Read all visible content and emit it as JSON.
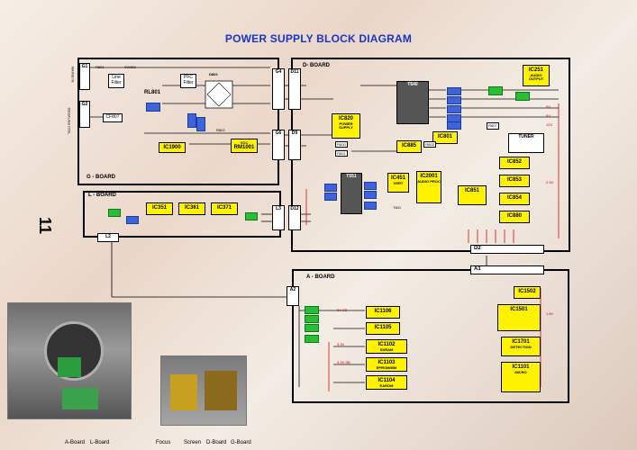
{
  "title": "POWER SUPPLY BLOCK DIAGRAM",
  "page_number": "11",
  "boards": {
    "g_board": "G - BOARD",
    "d_board": "D- BOARD",
    "l_board": "L - BOARD",
    "a_board": "A - BOARD"
  },
  "labels": {
    "mains_in": "MAINS IN",
    "degauss_coil": "DEGAUSS COIL",
    "g1": "G1",
    "g2": "G2",
    "g4": "G4",
    "g6": "G6",
    "d11": "D11",
    "d9": "D9",
    "d12": "D12",
    "d2": "D2",
    "l3": "L3",
    "l2": "L2",
    "a1": "A1",
    "a2": "A2",
    "line_filter": "Line Filter",
    "pfc_filter": "PFC Filter",
    "rl801": "RL801",
    "d802": "D802",
    "cf807": "CF807",
    "r801": "R801",
    "sw801": "SW801",
    "r802": "R802",
    "vcc": "VCC",
    "t640": "T640",
    "t551": "T551",
    "t601": "T601",
    "tuner": "TUNER",
    "r820": "R820",
    "r821": "R821",
    "r803": "R803",
    "r807": "R807"
  },
  "ics": {
    "ic1900": "IC1900",
    "rm1001": "RM1001",
    "ic820": "IC820",
    "ic820_sub": "POWER SUPPLY",
    "ic885": "IC885",
    "ic801": "IC801",
    "ic251": "IC251",
    "ic251_sub": "AUDIO OUTPUT",
    "ic451": "IC451",
    "ic451_sub": "VERT",
    "ic2001": "IC2001",
    "ic2001_sub": "AUDIO PROC",
    "ic851": "IC851",
    "ic852": "IC852",
    "ic853": "IC853",
    "ic854": "IC854",
    "ic880": "IC880",
    "ic351": "IC351",
    "ic361": "IC361",
    "ic371": "IC371",
    "ic1106": "IC1106",
    "ic1105": "IC1105",
    "ic1102": "IC1102",
    "ic1102_sub": "SDRAM",
    "ic1103": "IC1103",
    "ic1103_sub": "EPROM/MM",
    "ic1104": "IC1104",
    "ic1104_sub": "EAROM",
    "ic1502": "IC1502",
    "ic1501": "IC1501",
    "ic1701": "IC1701",
    "ic1701_sub": "DETECTION",
    "ic1101": "IC1101",
    "ic1101_sub": "MICRO"
  },
  "rails": [
    "5V",
    "8V",
    "12V",
    "3.3V",
    "5V SB",
    "3.3V SB",
    "1.8V",
    "2.5V"
  ],
  "photo_labels": {
    "a_board": "A-Board",
    "l_board": "L-Board",
    "focus": "Focus",
    "screen": "Screen",
    "d_board": "D-Board",
    "g_board": "G-Board"
  }
}
